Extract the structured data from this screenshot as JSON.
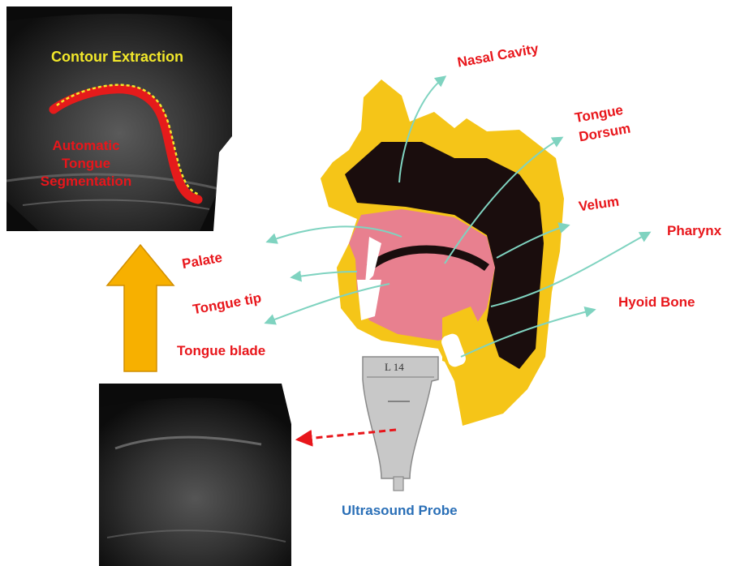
{
  "top_panel": {
    "title": "Contour Extraction",
    "segmentation_lines": [
      "Automatic",
      "Tongue",
      "Segmentation"
    ]
  },
  "labels": {
    "nasal_cavity": "Nasal Cavity",
    "tongue_dorsum_1": "Tongue",
    "tongue_dorsum_2": "Dorsum",
    "velum": "Velum",
    "pharynx": "Pharynx",
    "hyoid_bone": "Hyoid Bone",
    "palate": "Palate",
    "tongue_tip": "Tongue tip",
    "tongue_blade": "Tongue blade",
    "probe_model": "L 14",
    "ultrasound_probe": "Ultrasound Probe"
  },
  "colors": {
    "label_red": "#e8161b",
    "title_yellow": "#f2e82a",
    "probe_blue": "#2a6fb7",
    "leader_teal": "#7fd3c0",
    "arrow_orange": "#f7b000",
    "bone_yellow": "#f5c518",
    "tissue_pink": "#e8808f",
    "cavity_black": "#1a0d0d"
  }
}
